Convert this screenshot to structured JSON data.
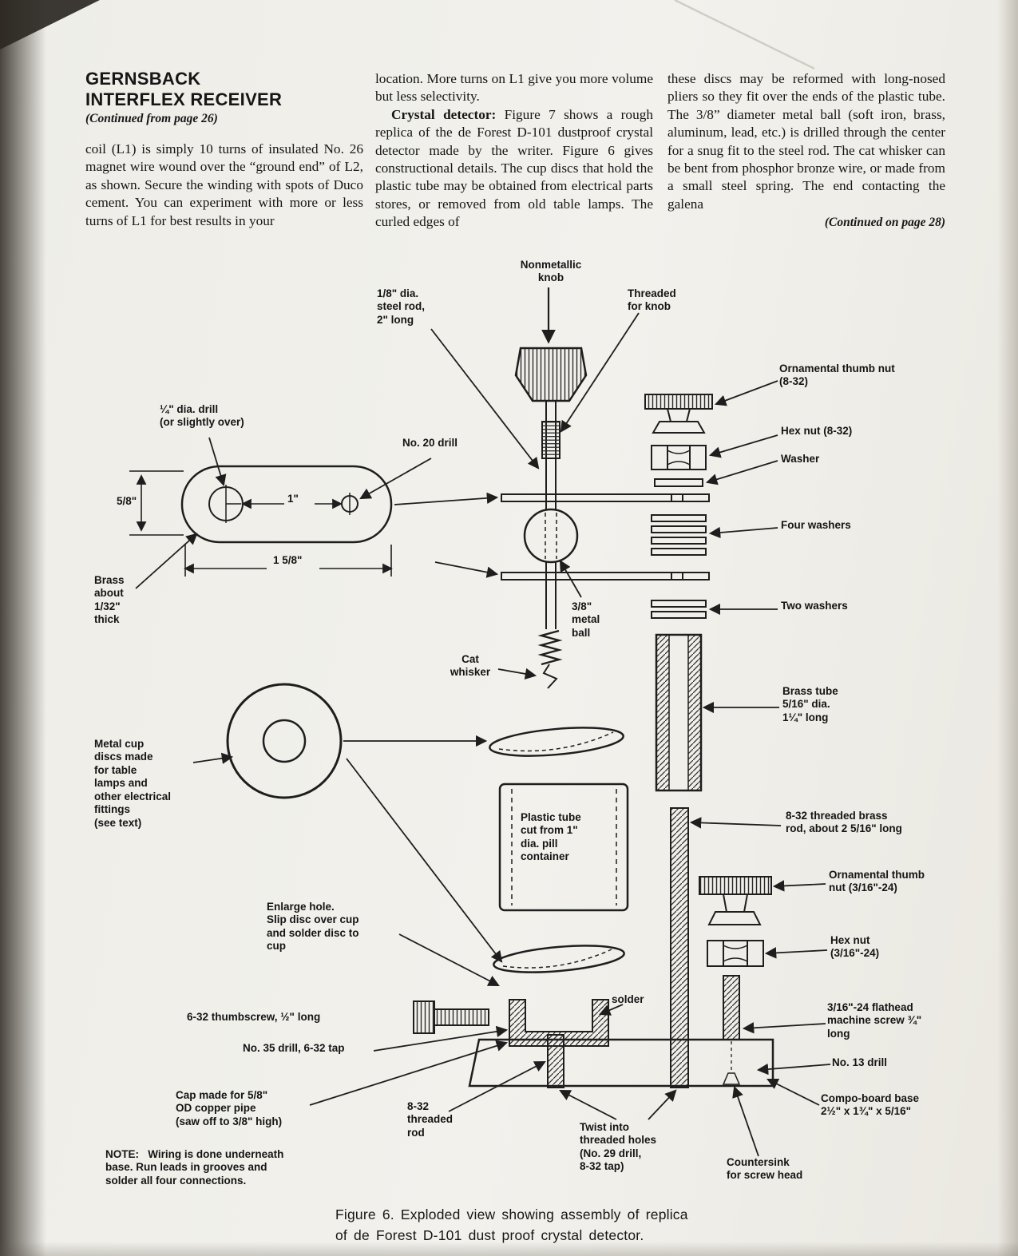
{
  "header": {
    "title": "GERNSBACK\nINTERFLEX RECEIVER",
    "continued_from": "(Continued from page 26)"
  },
  "columns": {
    "col1": "coil (L1) is simply 10 turns of insulated No. 26 magnet wire wound over the “ground end” of L2, as shown. Secure the winding with spots of Duco cement. You can experiment with more or less turns of L1 for best results in your",
    "col2_p1": "location. More turns on L1 give you more volume but less selectivity.",
    "col2_lead": "Crystal detector:",
    "col2_p2": " Figure 7 shows a rough replica of the de Forest D-101 dustproof crystal detector made by the writer. Figure 6 gives constructional details. The cup discs that hold the plastic tube may be obtained from electrical parts stores, or removed from old table lamps. The curled edges of",
    "col3": "these discs may be reformed with long-nosed pliers so they fit over the ends of the plastic tube. The 3/8” diameter metal ball (soft iron, brass, aluminum, lead, etc.) is drilled through the center for a snug fit to the steel rod. The cat whisker can be bent from phosphor bronze wire, or made from a small steel spring. The end contacting the galena",
    "continued_on": "(Continued on page 28)"
  },
  "labels": {
    "nonmetallic_knob": "Nonmetallic\nknob",
    "steel_rod": "1/8\" dia.\nsteel rod,\n2\" long",
    "threaded_for_knob": "Threaded\nfor knob",
    "ornamental_thumb_nut_832": "Ornamental thumb nut\n(8-32)",
    "hex_nut_832": "Hex nut (8-32)",
    "washer": "Washer",
    "quarter_drill": "¼\" dia. drill\n(or slightly over)",
    "no_20_drill": "No. 20 drill",
    "dim_5_8": "5/8\"",
    "dim_1": "1\"",
    "dim_1_5_8": "1 5/8\"",
    "four_washers": "Four washers",
    "two_washers": "Two washers",
    "metal_ball": "3/8\"\nmetal\nball",
    "brass_thickness": "Brass\nabout\n1/32\"\nthick",
    "cat_whisker": "Cat\nwhisker",
    "brass_tube": "Brass tube\n5/16\" dia.\n1¼\" long",
    "metal_cup_discs": "Metal cup\ndiscs made\nfor table\nlamps and\nother electrical\nfittings\n(see text)",
    "plastic_tube": "Plastic tube\ncut from 1\"\ndia. pill\ncontainer",
    "threaded_brass_rod": "8-32 threaded brass\nrod, about 2 5/16\" long",
    "ornamental_thumb_nut_316": "Ornamental thumb\nnut (3/16\"-24)",
    "hex_nut_316": "Hex nut\n(3/16\"-24)",
    "enlarge_hole": "Enlarge hole.\nSlip disc over cup\nand solder disc to\ncup",
    "solder": "solder",
    "thumbscrew_632": "6-32 thumbscrew, ½\" long",
    "no_35_drill": "No. 35 drill, 6-32 tap",
    "flathead_screw": "3/16\"-24 flathead\nmachine screw ¾\"\nlong",
    "no_13_drill": "No. 13 drill",
    "cap_copper_pipe": "Cap made for 5/8\"\nOD copper pipe\n(saw off to 3/8\" high)",
    "threaded_rod_832": "8-32\nthreaded\nrod",
    "twist_into_holes": "Twist into\nthreaded holes\n(No. 29 drill,\n8-32 tap)",
    "compo_board_base": "Compo-board base\n2½\" x 1¾\" x 5/16\"",
    "countersink": "Countersink\nfor screw head",
    "note": "NOTE:   Wiring is done underneath\nbase. Run leads in grooves and\nsolder all four connections."
  },
  "caption": "Figure 6. Exploded view showing assembly of replica\nof de Forest D-101 dust proof crystal detector."
}
